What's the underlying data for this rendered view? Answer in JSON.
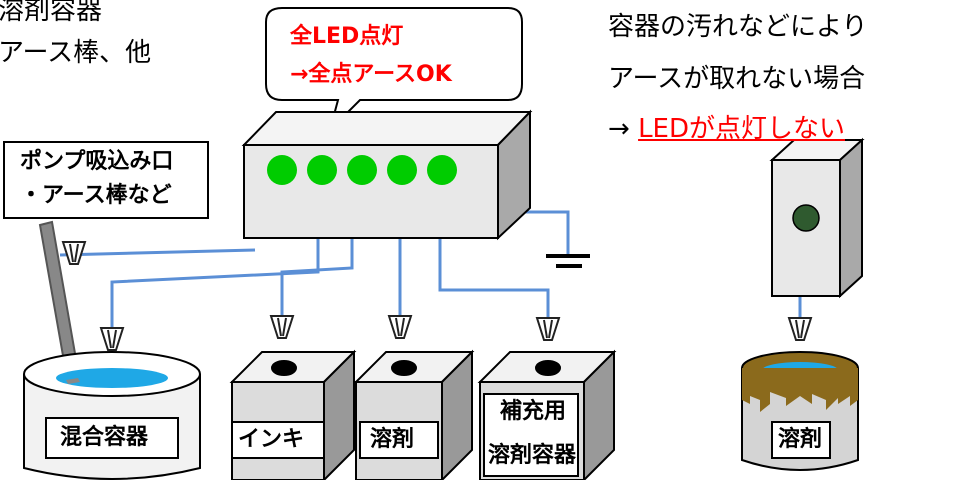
{
  "top_left_text": {
    "line1": "溶剤容器",
    "line2": "アース棒、他"
  },
  "bubble": {
    "line1": "全LED点灯",
    "line2": "→全点アースOK"
  },
  "right_note": {
    "line1": "容器の汚れなどにより",
    "line2": "アースが取れない場合",
    "arrow": "→",
    "link": "LEDが点灯しない"
  },
  "pump_label": {
    "line1": "ポンプ吸込み口",
    "line2": "・アース棒など"
  },
  "containers": {
    "mixing": "混合容器",
    "ink": "インキ",
    "solvent": "溶剤",
    "refill_line1": "補充用",
    "refill_line2": "溶剤容器",
    "dirty_solvent": "溶剤"
  },
  "colors": {
    "led_on": "#00cc00",
    "led_off": "#2f5a2f",
    "wire": "#5b8fd6",
    "liquid": "#1fa8e6",
    "highlight_text": "#ff0000",
    "dirt": "#8b6a1c"
  },
  "led_count": 5
}
